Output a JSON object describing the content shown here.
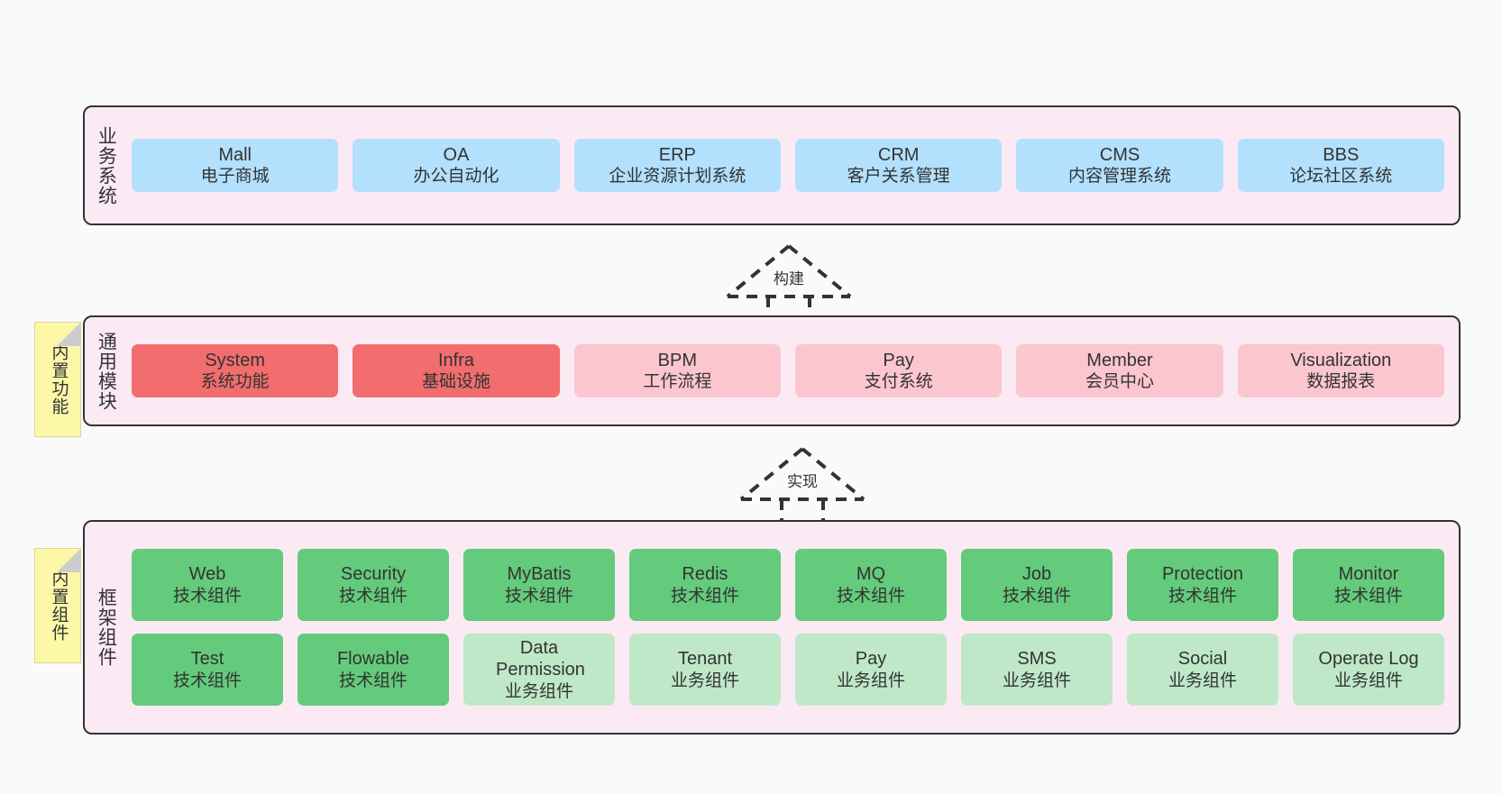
{
  "diagram": {
    "background": "#fafafa",
    "panel_fill": "#fbeaf4",
    "panel_stroke": "#333333",
    "sticky_fill": "#fcf8a8"
  },
  "layers": [
    {
      "id": "business-systems",
      "title": "业务系统",
      "rows": [
        {
          "nodes": [
            {
              "en": "Mall",
              "cn": "电子商城",
              "style": "blue",
              "color": "#b3e0fc"
            },
            {
              "en": "OA",
              "cn": "办公自动化",
              "style": "blue",
              "color": "#b3e0fc"
            },
            {
              "en": "ERP",
              "cn": "企业资源计划系统",
              "style": "blue",
              "color": "#b3e0fc"
            },
            {
              "en": "CRM",
              "cn": "客户关系管理",
              "style": "blue",
              "color": "#b3e0fc"
            },
            {
              "en": "CMS",
              "cn": "内容管理系统",
              "style": "blue",
              "color": "#b3e0fc"
            },
            {
              "en": "BBS",
              "cn": "论坛社区系统",
              "style": "blue",
              "color": "#b3e0fc"
            }
          ]
        }
      ]
    },
    {
      "id": "common-modules",
      "title": "通用模块",
      "sticky": "内置功能",
      "rows": [
        {
          "nodes": [
            {
              "en": "System",
              "cn": "系统功能",
              "style": "red",
              "color": "#f26d6d"
            },
            {
              "en": "Infra",
              "cn": "基础设施",
              "style": "red",
              "color": "#f26d6d"
            },
            {
              "en": "BPM",
              "cn": "工作流程",
              "style": "pink",
              "color": "#fcc6cf"
            },
            {
              "en": "Pay",
              "cn": "支付系统",
              "style": "pink",
              "color": "#fcc6cf"
            },
            {
              "en": "Member",
              "cn": "会员中心",
              "style": "pink",
              "color": "#fcc6cf"
            },
            {
              "en": "Visualization",
              "cn": "数据报表",
              "style": "pink",
              "color": "#fcc6cf"
            }
          ]
        }
      ]
    },
    {
      "id": "framework-components",
      "title": "框架组件",
      "sticky": "内置组件",
      "rows": [
        {
          "nodes": [
            {
              "en": "Web",
              "cn": "技术组件",
              "style": "green",
              "color": "#63cb7b"
            },
            {
              "en": "Security",
              "cn": "技术组件",
              "style": "green",
              "color": "#63cb7b"
            },
            {
              "en": "MyBatis",
              "cn": "技术组件",
              "style": "green",
              "color": "#63cb7b"
            },
            {
              "en": "Redis",
              "cn": "技术组件",
              "style": "green",
              "color": "#63cb7b"
            },
            {
              "en": "MQ",
              "cn": "技术组件",
              "style": "green",
              "color": "#63cb7b"
            },
            {
              "en": "Job",
              "cn": "技术组件",
              "style": "green",
              "color": "#63cb7b"
            },
            {
              "en": "Protection",
              "cn": "技术组件",
              "style": "green",
              "color": "#63cb7b"
            },
            {
              "en": "Monitor",
              "cn": "技术组件",
              "style": "green",
              "color": "#63cb7b"
            }
          ]
        },
        {
          "nodes": [
            {
              "en": "Test",
              "cn": "技术组件",
              "style": "green",
              "color": "#63cb7b"
            },
            {
              "en": "Flowable",
              "cn": "技术组件",
              "style": "green",
              "color": "#63cb7b"
            },
            {
              "en": "Data Permission",
              "cn": "业务组件",
              "style": "greenlight",
              "color": "#bfe8c8"
            },
            {
              "en": "Tenant",
              "cn": "业务组件",
              "style": "greenlight",
              "color": "#bfe8c8"
            },
            {
              "en": "Pay",
              "cn": "业务组件",
              "style": "greenlight",
              "color": "#bfe8c8"
            },
            {
              "en": "SMS",
              "cn": "业务组件",
              "style": "greenlight",
              "color": "#bfe8c8"
            },
            {
              "en": "Social",
              "cn": "业务组件",
              "style": "greenlight",
              "color": "#bfe8c8"
            },
            {
              "en": "Operate Log",
              "cn": "业务组件",
              "style": "greenlight",
              "color": "#bfe8c8"
            }
          ]
        }
      ]
    }
  ],
  "connectors": [
    {
      "id": "build",
      "label": "构建"
    },
    {
      "id": "implement",
      "label": "实现"
    }
  ]
}
